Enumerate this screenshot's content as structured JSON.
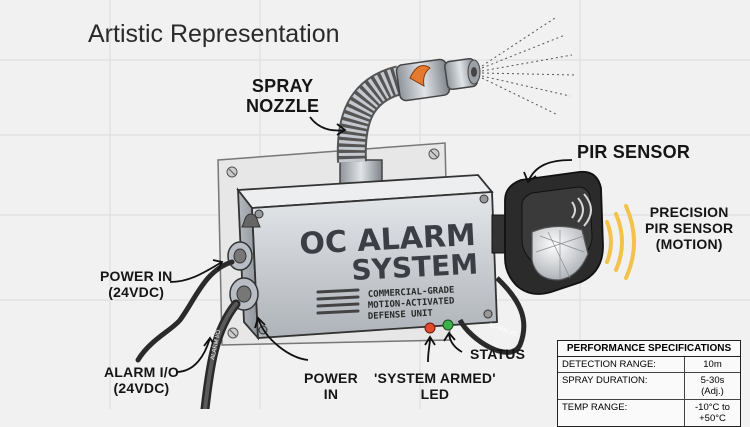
{
  "title": "Artistic Representation",
  "device": {
    "name_line1": "OC ALARM",
    "name_line2": "SYSTEM",
    "tag_line1": "COMMERCIAL-GRADE",
    "tag_line2": "MOTION-ACTIVATED",
    "tag_line3": "DEFENSE UNIT",
    "cable_label": "ALARM I/O",
    "sensor_cable_label": "ALARM I/O"
  },
  "callouts": {
    "spray_nozzle": [
      "SPRAY",
      "NOZZLE"
    ],
    "pir_sensor": "PIR SENSOR",
    "precision": [
      "PRECISION",
      "PIR SENSOR",
      "(MOTION)"
    ],
    "power_in_left": [
      "POWER IN",
      "(24VDC)"
    ],
    "alarm_io": [
      "ALARM I/O",
      "(24VDC)"
    ],
    "power_in_bottom": [
      "POWER",
      "IN"
    ],
    "system_armed": [
      "'SYSTEM ARMED'",
      "LED"
    ],
    "status": "STATUS"
  },
  "specs": {
    "header": "PERFORMANCE SPECIFICATIONS",
    "rows": [
      {
        "label": "DETECTION RANGE:",
        "value": "10m"
      },
      {
        "label": "SPRAY DURATION:",
        "value": "5-30s (Adj.)"
      },
      {
        "label": "TEMP RANGE:",
        "value": "-10°C to +50°C"
      }
    ]
  },
  "colors": {
    "metal": "#c9cdd2",
    "sensor": "#2b2b2b",
    "led_red": "#e04a2a",
    "led_green": "#3db04a",
    "wave": "#f2c24a"
  }
}
